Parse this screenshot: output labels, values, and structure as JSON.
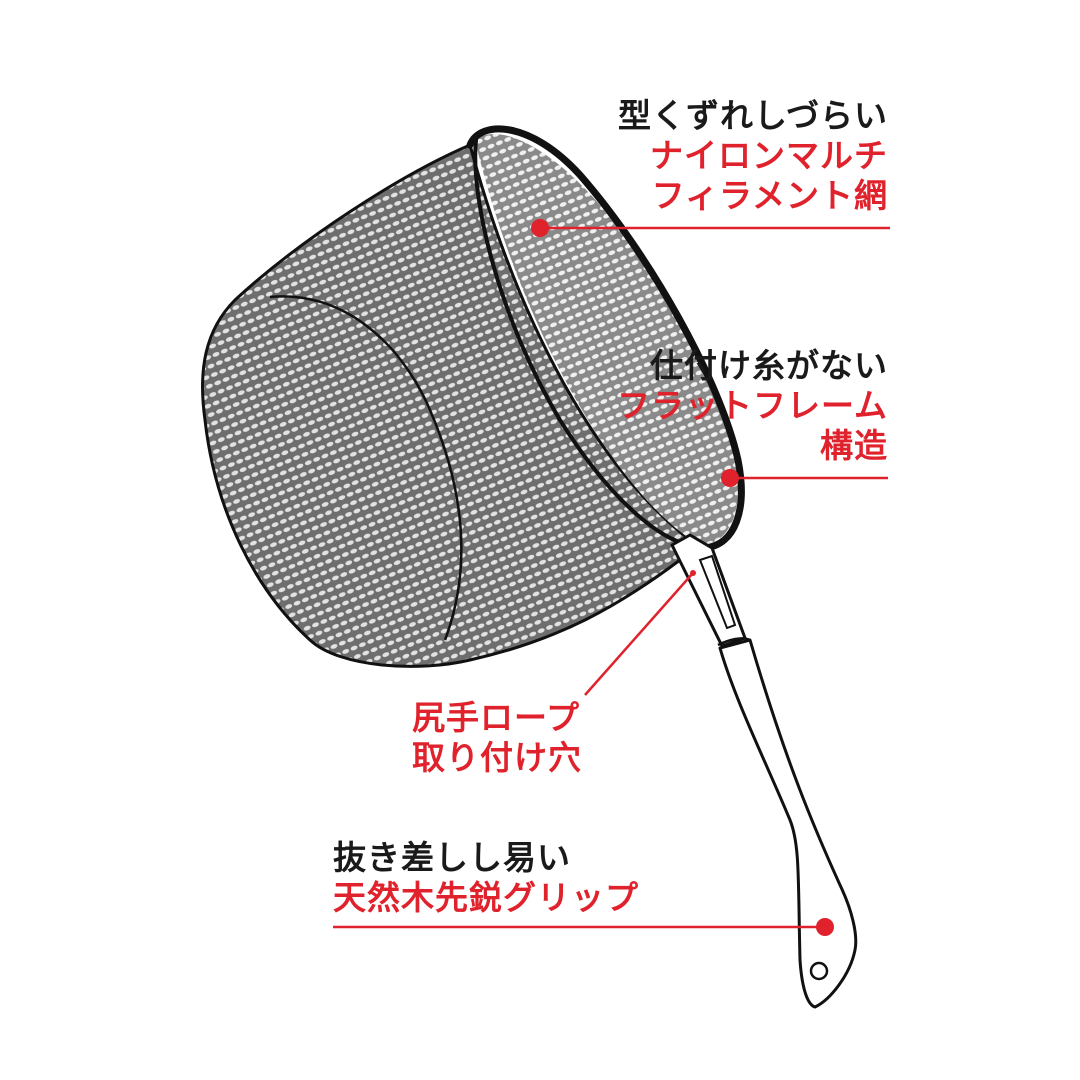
{
  "colors": {
    "accent_red": "#e0222c",
    "outline": "#111111",
    "mesh_dark": "#6e6e6e",
    "mesh_light": "#d8d8d8",
    "background": "#ffffff"
  },
  "callouts": [
    {
      "id": "net",
      "heading": "型くずれしづらい",
      "feature_lines": [
        "ナイロンマルチ",
        "フィラメント網"
      ],
      "target": "landing-net-mesh"
    },
    {
      "id": "frame",
      "heading": "仕付け糸がない",
      "feature_lines": [
        "フラットフレーム",
        "構造"
      ],
      "target": "net-frame"
    },
    {
      "id": "rope-hole",
      "heading": "",
      "feature_lines": [
        "尻手ロープ",
        "取り付け穴"
      ],
      "target": "handle-rope-hole"
    },
    {
      "id": "grip",
      "heading": "抜き差しし易い",
      "feature_lines": [
        "天然木先鋭グリップ"
      ],
      "target": "wooden-grip"
    }
  ],
  "illustration": {
    "subject": "fishing landing net (tamo) with wooden handle",
    "parts": [
      "mesh-net",
      "frame-hoop",
      "handle-yoke",
      "wooden-grip",
      "grip-hole"
    ]
  }
}
